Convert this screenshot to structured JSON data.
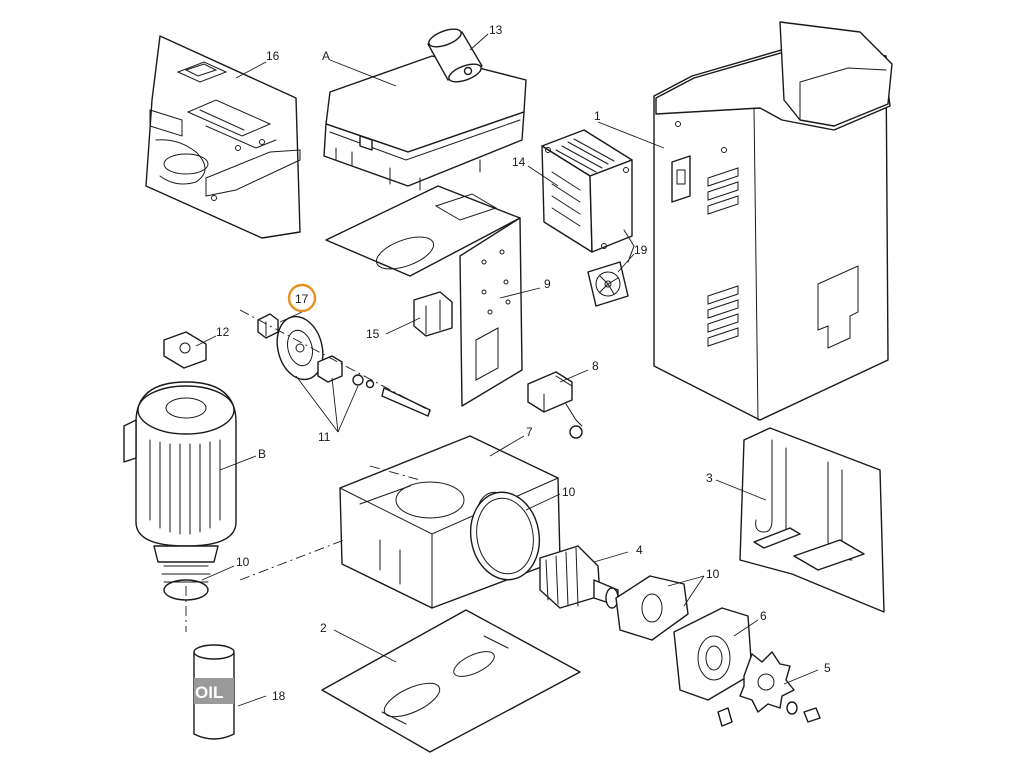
{
  "diagram": {
    "highlight_color": "#e8901f",
    "parts": [
      {
        "id": "p1",
        "label": "1"
      },
      {
        "id": "p2",
        "label": "2"
      },
      {
        "id": "p3",
        "label": "3"
      },
      {
        "id": "p4",
        "label": "4"
      },
      {
        "id": "p5",
        "label": "5"
      },
      {
        "id": "p6",
        "label": "6"
      },
      {
        "id": "p7",
        "label": "7"
      },
      {
        "id": "p8",
        "label": "8"
      },
      {
        "id": "p9",
        "label": "9"
      },
      {
        "id": "p10a",
        "label": "10"
      },
      {
        "id": "p10b",
        "label": "10"
      },
      {
        "id": "p10c",
        "label": "10"
      },
      {
        "id": "p11",
        "label": "11"
      },
      {
        "id": "p12",
        "label": "12"
      },
      {
        "id": "p13",
        "label": "13"
      },
      {
        "id": "p14",
        "label": "14"
      },
      {
        "id": "p15",
        "label": "15"
      },
      {
        "id": "p16",
        "label": "16"
      },
      {
        "id": "p17",
        "label": "17",
        "highlighted": true
      },
      {
        "id": "p18",
        "label": "18"
      },
      {
        "id": "p19",
        "label": "19"
      },
      {
        "id": "pA",
        "label": "A"
      },
      {
        "id": "pB",
        "label": "B"
      }
    ],
    "oil_can_text": "OIL"
  }
}
